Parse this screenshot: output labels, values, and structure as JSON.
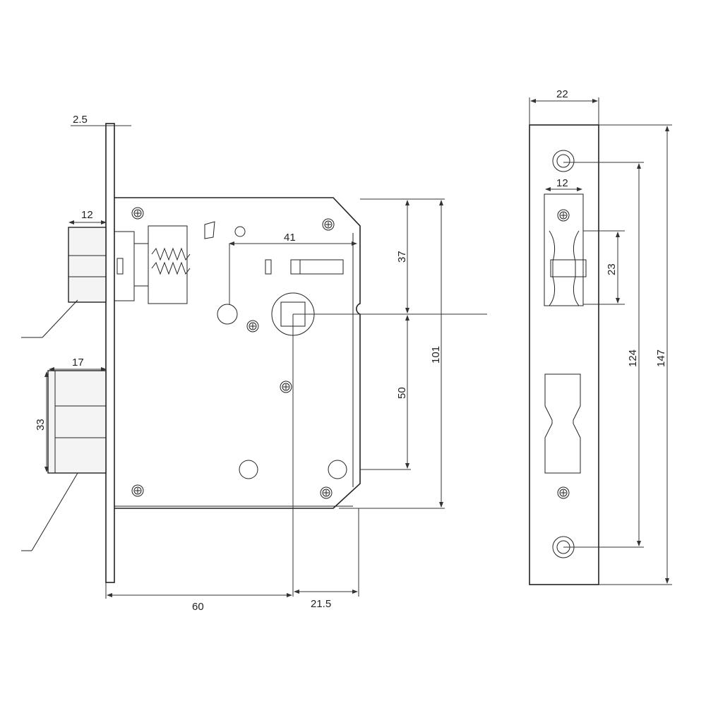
{
  "title": "Mortise lock body technical drawing",
  "front_view": {
    "dims": {
      "faceplate_thickness": "2.5",
      "latch_width": "12",
      "deadbolt_projection": "17",
      "deadbolt_height": "33",
      "cam_distance": "41",
      "top_to_spindle": "37",
      "spindle_to_bottom_hole": "50",
      "body_height": "101",
      "backset": "60",
      "spindle_to_back": "21.5"
    }
  },
  "side_view": {
    "dims": {
      "faceplate_width": "22",
      "latch_width": "12",
      "latch_height": "23",
      "screw_centers": "124",
      "faceplate_length": "147"
    }
  }
}
